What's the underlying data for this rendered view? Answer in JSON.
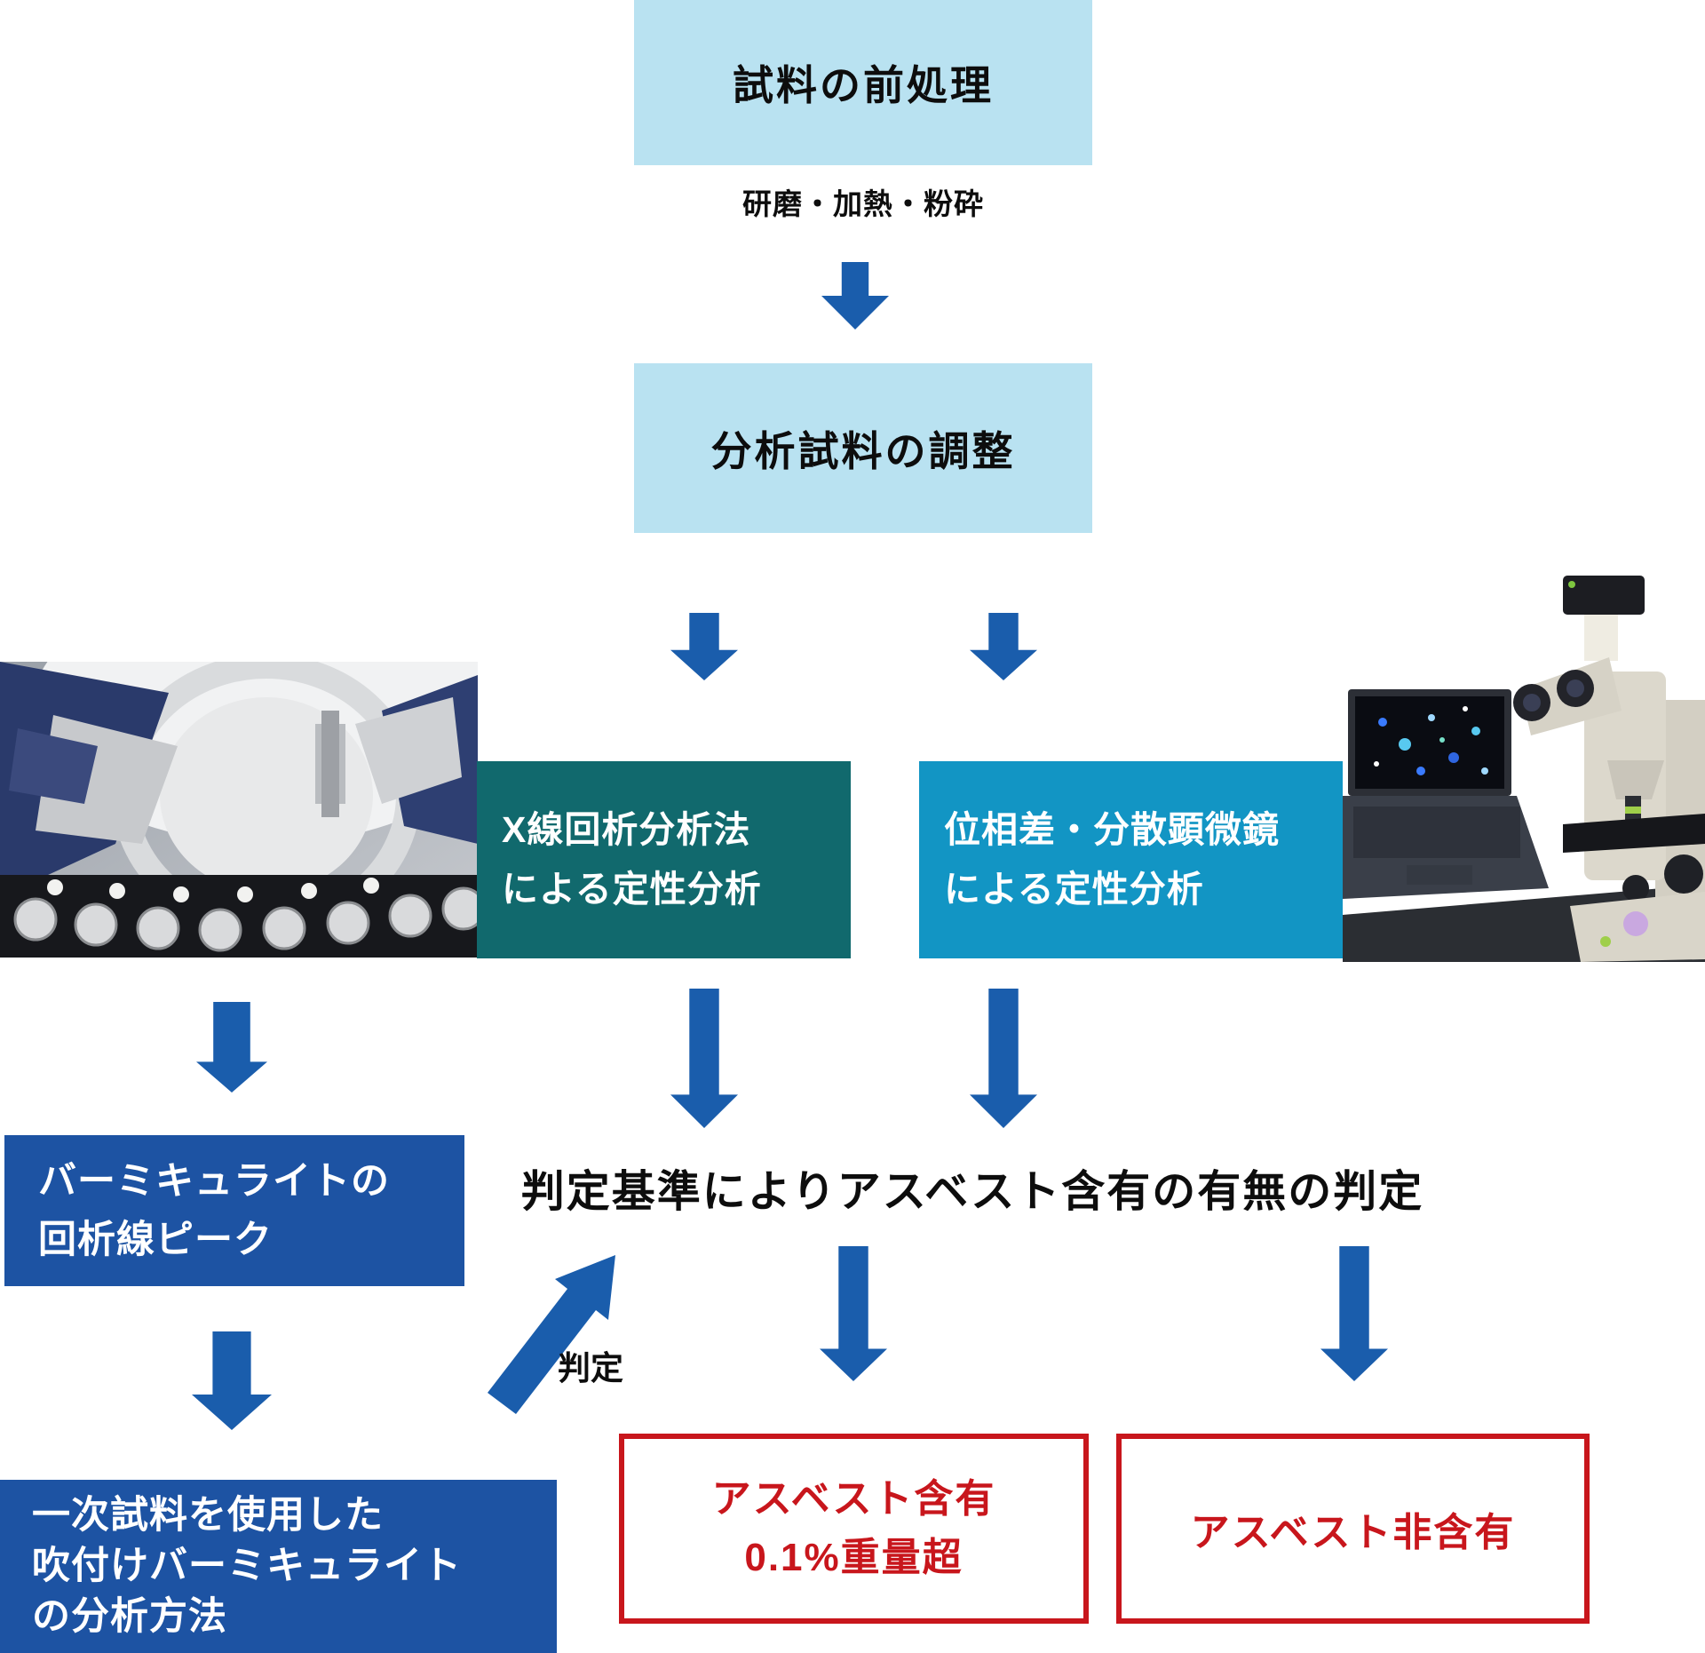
{
  "diagram": {
    "pretreatment": "試料の前処理",
    "pretreatment_note": "研磨・加熱・粉砕",
    "preparation": "分析試料の調整",
    "xrd_method": {
      "line1": "X線回析分析法",
      "line2": "による定性分析"
    },
    "microscope_method": {
      "line1": "位相差・分散顕微鏡",
      "line2": "による定性分析"
    },
    "judgement_heading": "判定基準によりアスベスト含有の有無の判定",
    "vermiculite_peak": {
      "line1": "バーミキュライトの",
      "line2": "回析線ピーク"
    },
    "primary_sample_method": {
      "line1": "一次試料を使用した",
      "line2": "吹付けバーミキュライト",
      "line3": "の分析方法"
    },
    "judgement_label": "判定",
    "result_contained": {
      "line1": "アスベスト含有",
      "line2": "0.1%重量超"
    },
    "result_not_contained": "アスベスト非含有"
  },
  "photos": {
    "left": "x-ray-diffractometer-photo",
    "right": "phase-contrast-dispersion-microscope-with-laptop-photo"
  },
  "colors": {
    "light_blue": "#b9e2f1",
    "teal": "#11696d",
    "cyan_blue": "#1295c4",
    "dark_blue": "#1d53a3",
    "arrow_blue": "#1a5dac",
    "red": "#c8161c"
  }
}
